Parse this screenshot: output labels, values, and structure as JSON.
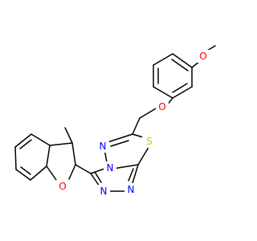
{
  "molecule": {
    "atoms": {
      "o_methoxy": "O",
      "o_ether": "O",
      "s1": "S",
      "n_td": "N",
      "n_fused": "N",
      "n_tz1": "N",
      "n_tz2": "N",
      "o_furan": "O"
    },
    "colors": {
      "O": "#ff0000",
      "N": "#0000ff",
      "S": "#c8c800",
      "bond": "#000000"
    }
  }
}
